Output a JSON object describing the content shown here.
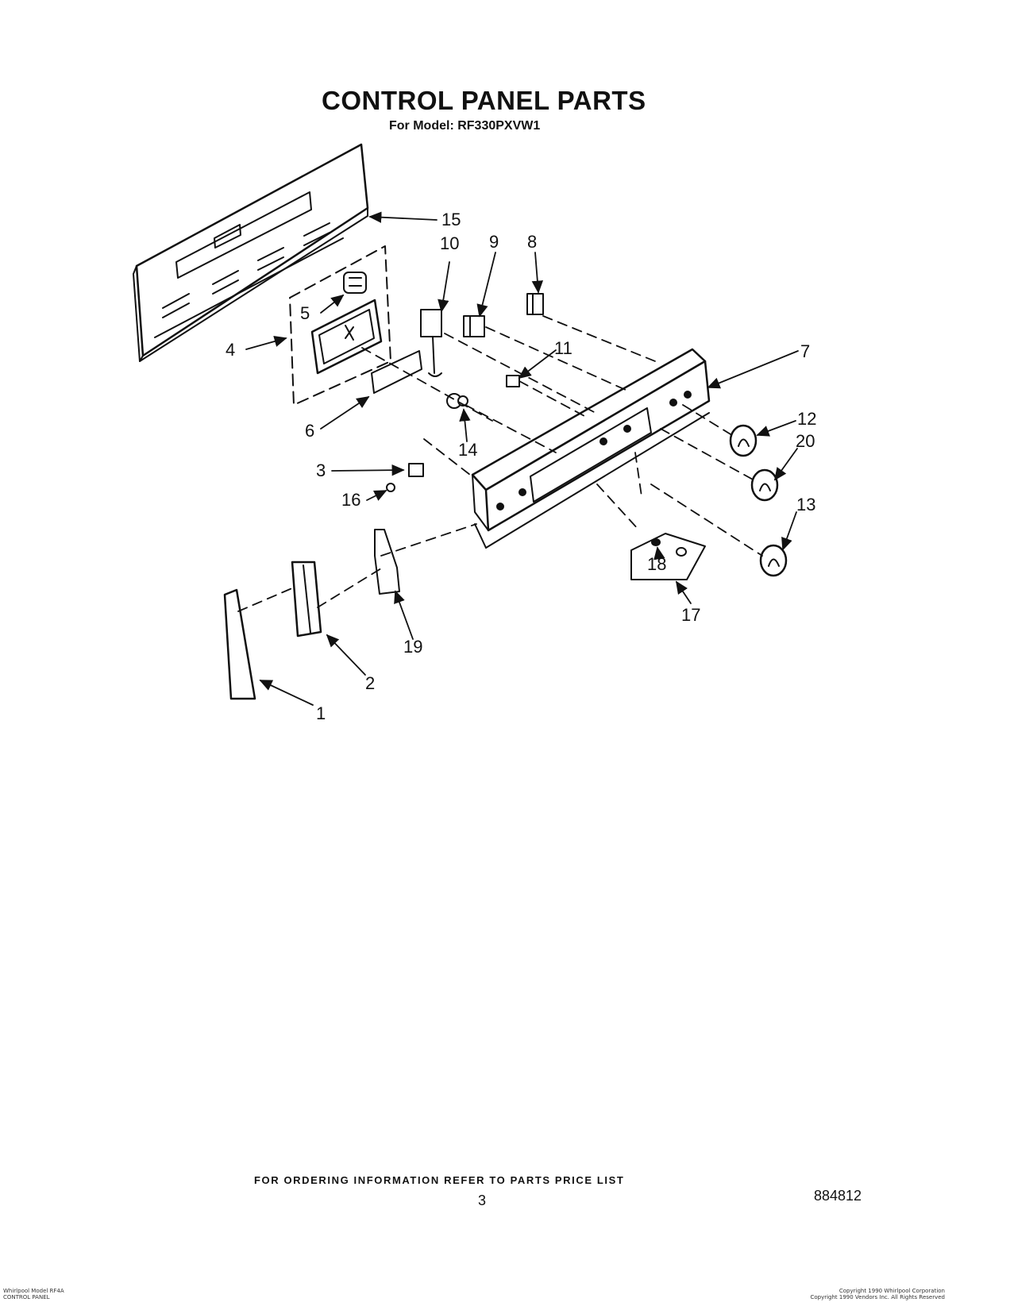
{
  "header": {
    "title": "CONTROL PANEL PARTS",
    "subtitle": "For Model: RF330PXVW1"
  },
  "callouts": [
    {
      "id": "c15",
      "text": "15"
    },
    {
      "id": "c10",
      "text": "10"
    },
    {
      "id": "c9",
      "text": "9"
    },
    {
      "id": "c8",
      "text": "8"
    },
    {
      "id": "c5",
      "text": "5"
    },
    {
      "id": "c4",
      "text": "4"
    },
    {
      "id": "c11",
      "text": "11"
    },
    {
      "id": "c7",
      "text": "7"
    },
    {
      "id": "c6",
      "text": "6"
    },
    {
      "id": "c14",
      "text": "14"
    },
    {
      "id": "c12",
      "text": "12"
    },
    {
      "id": "c20",
      "text": "20"
    },
    {
      "id": "c3",
      "text": "3"
    },
    {
      "id": "c16",
      "text": "16"
    },
    {
      "id": "c13",
      "text": "13"
    },
    {
      "id": "c18",
      "text": "18"
    },
    {
      "id": "c17",
      "text": "17"
    },
    {
      "id": "c19",
      "text": "19"
    },
    {
      "id": "c2",
      "text": "2"
    },
    {
      "id": "c1",
      "text": "1"
    }
  ],
  "footer": {
    "ordering_note": "FOR ORDERING INFORMATION REFER TO PARTS PRICE LIST",
    "page_number": "3",
    "document_number": "884812",
    "tiny_left_line1": "Whirlpool Model RF4A",
    "tiny_left_line2": "CONTROL PANEL",
    "tiny_right_line1": "Copyright 1990 Whirlpool Corporation",
    "tiny_right_line2": "Copyright 1990 Vendors Inc. All Rights Reserved"
  }
}
